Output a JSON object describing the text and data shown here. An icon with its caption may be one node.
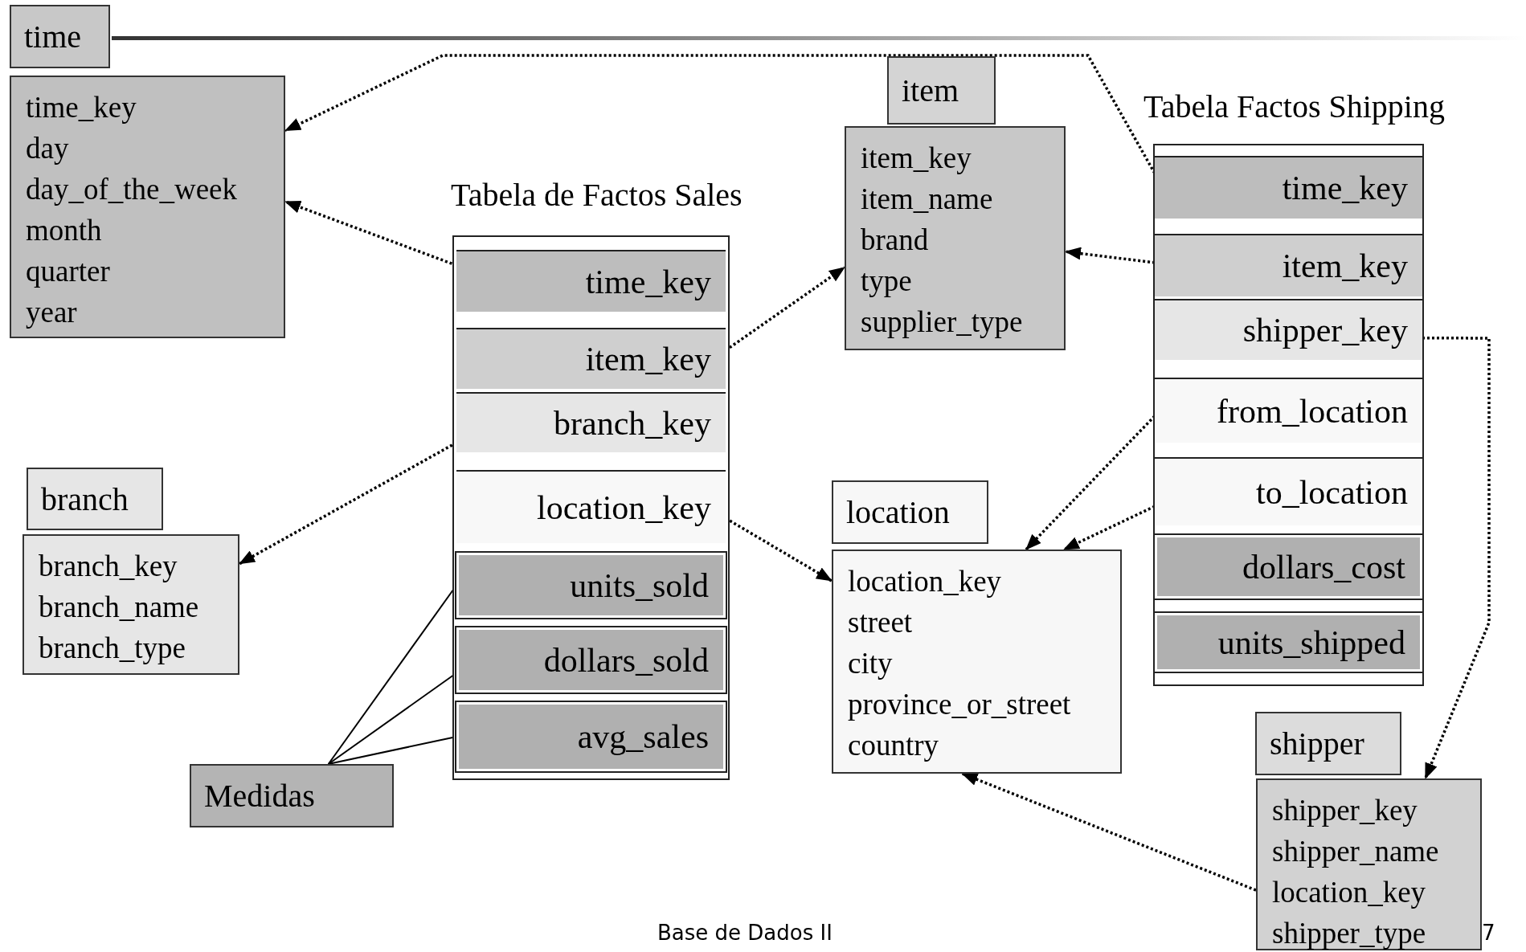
{
  "diagram": {
    "nodes": [
      {
        "text": [
          "time"
        ]
      },
      {
        "text": [
          "time_key",
          "day",
          "day_of_the_week",
          "month",
          "quarter",
          "year"
        ]
      },
      {
        "text": [
          "Tabela de Factos Sales"
        ]
      },
      {
        "text": [
          "time_key"
        ],
        "in": 2
      },
      {
        "text": [
          "item_key"
        ],
        "in": 2
      },
      {
        "text": [
          "branch_key"
        ],
        "in": 2
      },
      {
        "text": [
          "location_key"
        ],
        "in": 2
      },
      {
        "text": [
          "units_sold"
        ],
        "in": 2
      },
      {
        "text": [
          "dollars_sold"
        ],
        "in": 2
      },
      {
        "text": [
          "avg_sales"
        ],
        "in": 2
      },
      {
        "text": [
          "item"
        ]
      },
      {
        "text": [
          "item_key",
          "item_name",
          "brand",
          "type",
          "supplier_type"
        ]
      },
      {
        "text": [
          "Tabela Factos Shipping"
        ]
      },
      {
        "text": [
          "time_key"
        ],
        "in": 12
      },
      {
        "text": [
          "item_key"
        ],
        "in": 12
      },
      {
        "text": [
          "shipper_key"
        ],
        "in": 12
      },
      {
        "text": [
          "from_location"
        ],
        "in": 12
      },
      {
        "text": [
          "to_location"
        ],
        "in": 12
      },
      {
        "text": [
          "dollars_cost"
        ],
        "in": 12
      },
      {
        "text": [
          "units_shipped"
        ],
        "in": 12
      },
      {
        "text": [
          "branch"
        ]
      },
      {
        "text": [
          "branch_key",
          "branch_name",
          "branch_type"
        ]
      },
      {
        "text": [
          "location"
        ]
      },
      {
        "text": [
          "location_key",
          "street",
          "city",
          "province_or_street",
          "country"
        ]
      },
      {
        "text": [
          "Medidas"
        ]
      },
      {
        "text": [
          "shipper"
        ]
      },
      {
        "text": [
          "shipper_key",
          "shipper_name",
          "location_key",
          "shipper_type"
        ]
      }
    ],
    "edges": [
      {
        "from": 3,
        "to": 1,
        "arrow": "to",
        "style": "dashed"
      },
      {
        "from": 4,
        "to": 11,
        "arrow": "to",
        "style": "dashed"
      },
      {
        "from": 5,
        "to": 21,
        "arrow": "to",
        "style": "dashed"
      },
      {
        "from": 6,
        "to": 23,
        "arrow": "to",
        "style": "dashed"
      },
      {
        "from": 13,
        "to": 1,
        "arrow": "to",
        "style": "dashed"
      },
      {
        "from": 14,
        "to": 11,
        "arrow": "to",
        "style": "dashed"
      },
      {
        "from": 15,
        "to": 26,
        "arrow": "to",
        "style": "dashed"
      },
      {
        "from": 16,
        "to": 23,
        "arrow": "to",
        "style": "dashed"
      },
      {
        "from": 17,
        "to": 23,
        "arrow": "to",
        "style": "dashed"
      },
      {
        "from": 26,
        "to": 23,
        "arrow": "to",
        "style": "dashed"
      },
      {
        "from": 24,
        "to": 7,
        "arrow": "none"
      },
      {
        "from": 24,
        "to": 8,
        "arrow": "none"
      },
      {
        "from": 24,
        "to": 9,
        "arrow": "none"
      }
    ],
    "labels": [
      "Base de Dados II",
      "7"
    ]
  }
}
